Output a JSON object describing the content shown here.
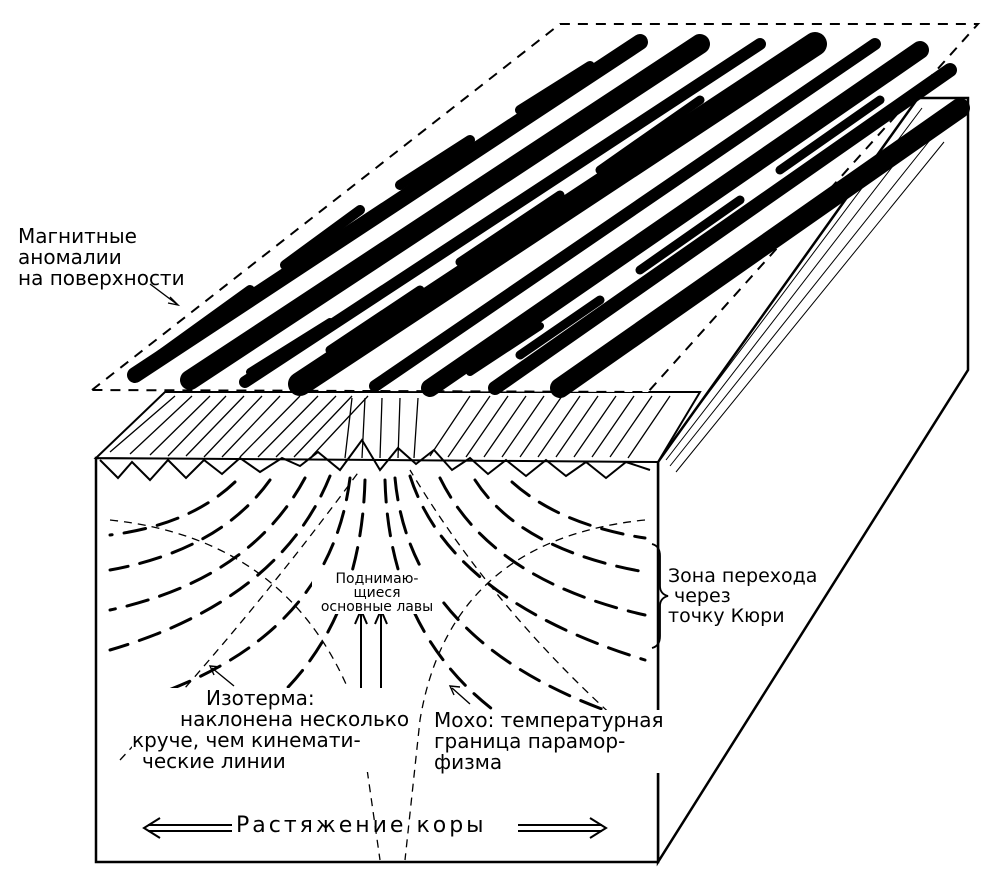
{
  "labels": {
    "surface_anomalies": [
      "Магнитные",
      "аномалии",
      "на поверхности"
    ],
    "curie_zone": [
      "Зона перехода",
      "через",
      "точку Кюри"
    ],
    "rising_lavas": [
      "Поднимаю-",
      "щиеся",
      "основные лавы"
    ],
    "isotherm": [
      "Изотерма:",
      "наклонена несколько",
      "круче, чем кинемати-",
      "ческие линии"
    ],
    "moho": [
      "Мохо: температурная",
      "граница парамор-",
      "физма"
    ],
    "crust_extension": "Растяжение коры"
  },
  "colors": {
    "ink": "#000000",
    "paper": "#ffffff"
  }
}
